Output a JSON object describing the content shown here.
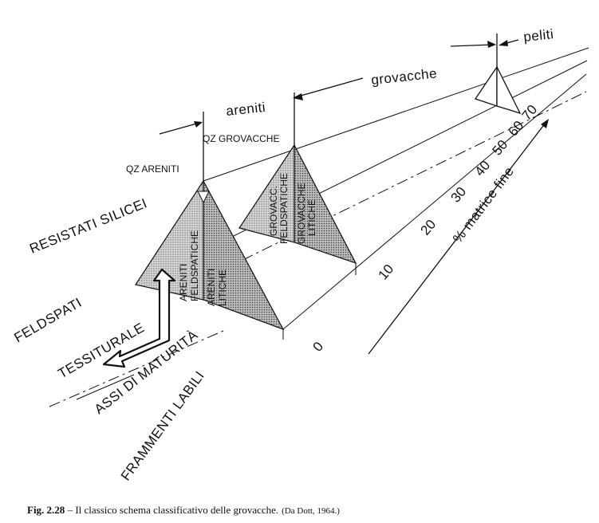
{
  "labels": {
    "peliti": "peliti",
    "grovacche": "grovacche",
    "areniti": "areniti",
    "qz_grovacche": "QZ GROVACCHE",
    "qz_areniti": "QZ ARENITI",
    "resistati_silicei": "RESISTATI SILICEI",
    "feldspati": "FELDSPATI",
    "tessiturale": "TESSITURALE",
    "assi_di_maturita": "ASSI DI MATURITÀ",
    "frammenti_labili": "FRAMMENTI LABILI",
    "matrice_fine": "% matrice fine"
  },
  "inner": {
    "areniti_feldspatiche": [
      "ARENITI",
      "FELDSPATICHE"
    ],
    "areniti_litiche": [
      "ARENITI",
      "LITICHE"
    ],
    "grovacc_feldspatiche": [
      "GROVACC.",
      "FELDSPATICHE"
    ],
    "grovacche_litiche": [
      "GROVACCHE",
      "LITICHE"
    ]
  },
  "ticks": [
    "0",
    "10",
    "20",
    "30",
    "40",
    "50",
    "60",
    "70"
  ],
  "caption": {
    "label": "Fig. 2.28",
    "text": " – Il classico schema classificativo delle grovacche.",
    "source": "(Da Dott, 1964.)"
  }
}
